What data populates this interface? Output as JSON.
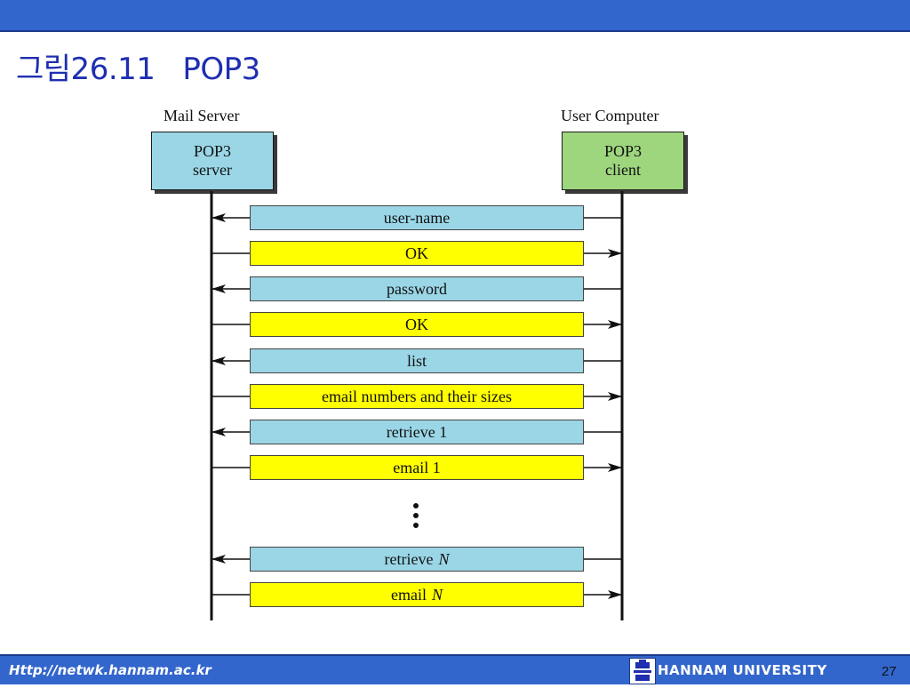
{
  "title": "그림26.11   POP3",
  "diagram": {
    "left_label": "Mail Server",
    "right_label": "User Computer",
    "server_box": [
      "POP3",
      "server"
    ],
    "client_box": [
      "POP3",
      "client"
    ],
    "messages": [
      {
        "text": "user-name",
        "direction": "to-server"
      },
      {
        "text": "OK",
        "direction": "to-client"
      },
      {
        "text": "password",
        "direction": "to-server"
      },
      {
        "text": "OK",
        "direction": "to-client"
      },
      {
        "text": "list",
        "direction": "to-server"
      },
      {
        "text": "email numbers and their sizes",
        "direction": "to-client"
      },
      {
        "text": "retrieve 1",
        "direction": "to-server"
      },
      {
        "text": "email 1",
        "direction": "to-client"
      },
      {
        "text": "retrieve",
        "var": "N",
        "direction": "to-server"
      },
      {
        "text": "email",
        "var": "N",
        "direction": "to-client"
      }
    ],
    "colors": {
      "request_fill": "#9ad6e6",
      "response_fill": "#ffff00",
      "client_fill": "#9ed67e"
    }
  },
  "footer": {
    "url": "Http://netwk.hannam.ac.kr",
    "university": "HANNAM  UNIVERSITY",
    "page": "27"
  }
}
